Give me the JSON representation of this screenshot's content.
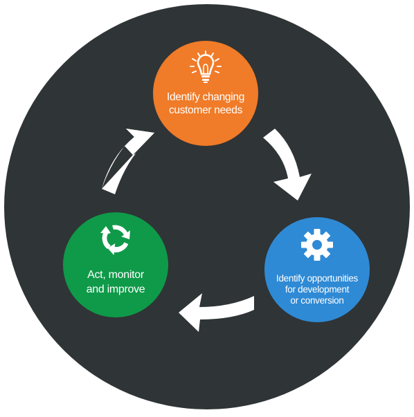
{
  "colors": {
    "background": "#ffffff",
    "dial": "#2f3436",
    "arrow": "#ffffff",
    "step1": "#f07b28",
    "step2": "#2f8ad5",
    "step3": "#0f9a49"
  },
  "steps": [
    {
      "icon": "lightbulb-icon",
      "lines": [
        "Identify changing",
        "customer needs"
      ]
    },
    {
      "icon": "gear-icon",
      "lines": [
        "Identify opportunities",
        "for development",
        "or conversion"
      ]
    },
    {
      "icon": "recycle-arrows-icon",
      "lines": [
        "Act, monitor",
        "and improve"
      ]
    }
  ]
}
